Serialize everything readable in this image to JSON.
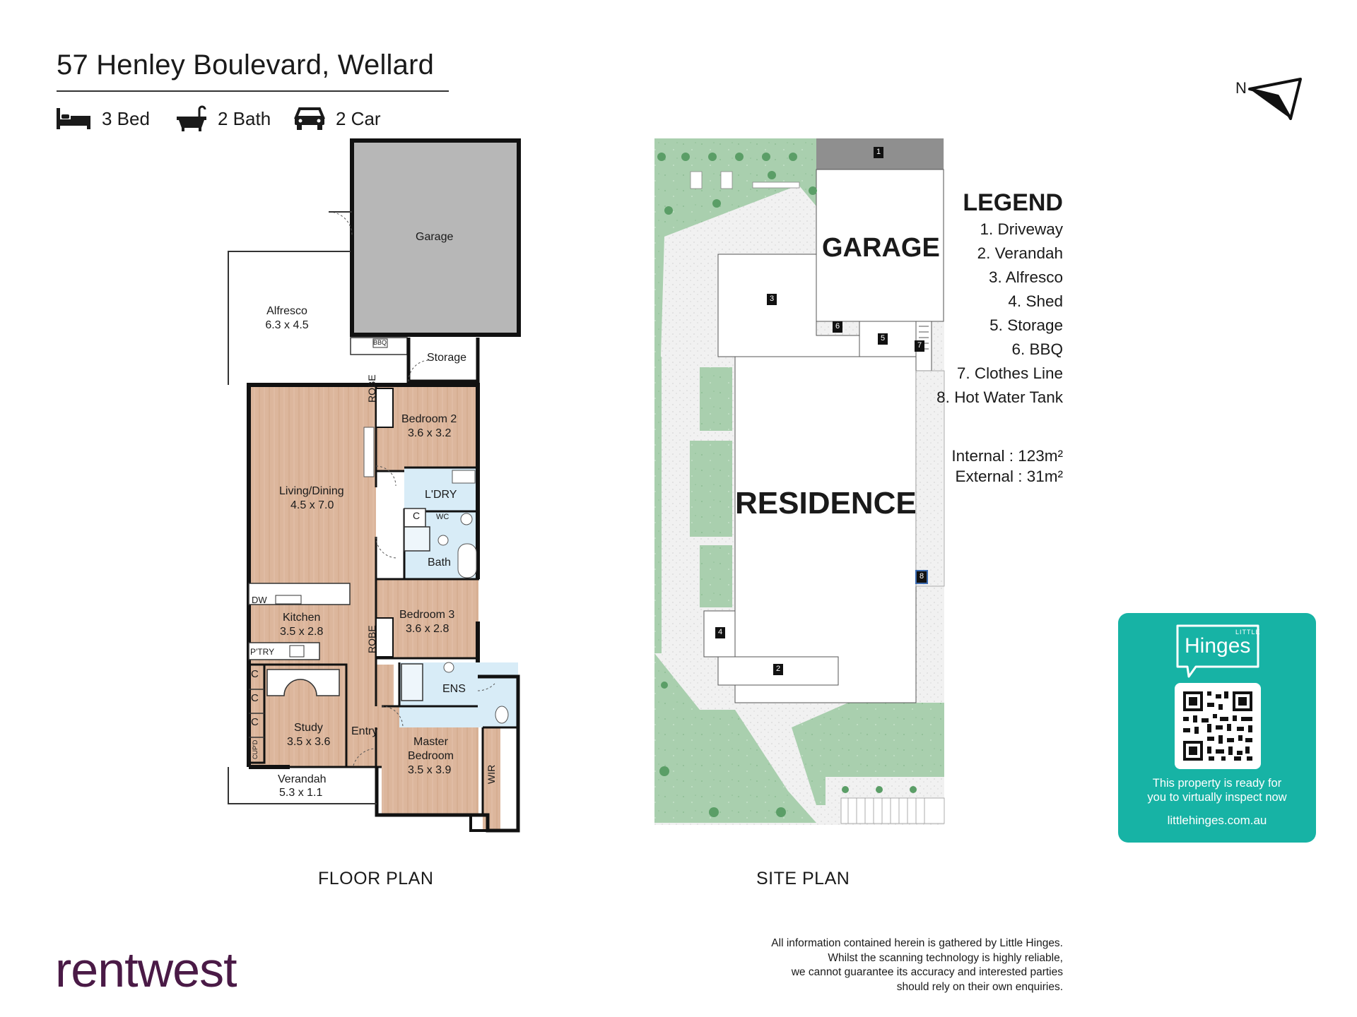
{
  "header": {
    "title": "57 Henley Boulevard, Wellard",
    "features": [
      {
        "icon": "bed-icon",
        "label": "3 Bed"
      },
      {
        "icon": "bath-icon",
        "label": "2 Bath"
      },
      {
        "icon": "car-icon",
        "label": "2 Car"
      }
    ]
  },
  "compass": {
    "label": "N"
  },
  "floor_plan": {
    "caption": "FLOOR PLAN",
    "rooms": {
      "garage": {
        "name": "Garage"
      },
      "alfresco": {
        "name": "Alfresco",
        "dims": "6.3 x 4.5"
      },
      "storage": {
        "name": "Storage"
      },
      "bbq": {
        "name": "BBQ"
      },
      "bedroom2": {
        "name": "Bedroom 2",
        "dims": "3.6 x 3.2"
      },
      "robe1": {
        "name": "ROBE"
      },
      "robe2": {
        "name": "ROBE"
      },
      "living": {
        "name": "Living/Dining",
        "dims": "4.5 x 7.0"
      },
      "laundry": {
        "name": "L'DRY"
      },
      "wc": {
        "name": "WC"
      },
      "c1": {
        "name": "C"
      },
      "bath": {
        "name": "Bath"
      },
      "bedroom3": {
        "name": "Bedroom 3",
        "dims": "3.6 x 2.8"
      },
      "dw": {
        "name": "DW"
      },
      "kitchen": {
        "name": "Kitchen",
        "dims": "3.5 x 2.8"
      },
      "pantry": {
        "name": "P'TRY"
      },
      "ens": {
        "name": "ENS"
      },
      "c2": {
        "name": "C"
      },
      "c3": {
        "name": "C"
      },
      "c4": {
        "name": "C"
      },
      "study": {
        "name": "Study",
        "dims": "3.5 x 3.6"
      },
      "entry": {
        "name": "Entry"
      },
      "master": {
        "name": "Master",
        "name2": "Bedroom",
        "dims": "3.5 x 3.9"
      },
      "wir": {
        "name": "WIR"
      },
      "cupd": {
        "name": "CUP'D"
      },
      "verandah": {
        "name": "Verandah",
        "dims": "5.3 x 1.1"
      }
    }
  },
  "site_plan": {
    "caption": "SITE PLAN",
    "garage_label": "GARAGE",
    "residence_label": "RESIDENCE",
    "markers": [
      "1",
      "2",
      "3",
      "4",
      "5",
      "6",
      "7",
      "8"
    ]
  },
  "legend": {
    "title": "LEGEND",
    "items": [
      "1. Driveway",
      "2. Verandah",
      "3. Alfresco",
      "4. Shed",
      "5. Storage",
      "6. BBQ",
      "7. Clothes Line",
      "8. Hot Water Tank"
    ]
  },
  "areas": {
    "internal_label": "Internal  : 123m²",
    "external_label": "External :   31m²"
  },
  "promo": {
    "logo_small": "LITTLE",
    "logo": "Hinges",
    "line1": "This property is ready for",
    "line2": "you to virtually inspect now",
    "site": "littlehinges.com.au"
  },
  "disclaimer": [
    "All information contained herein is gathered by Little Hinges.",
    "Whilst the scanning technology is highly reliable,",
    "we cannot guarantee its accuracy and interested parties",
    "should rely on their own enquiries."
  ],
  "brand": "rentwest",
  "colors": {
    "wood": "#dcb69c",
    "wet": "#d8ecf7",
    "garage": "#b7b7b7",
    "lawn": "#a9cfae",
    "teal": "#17b3a5",
    "brand": "#4a1a46"
  }
}
